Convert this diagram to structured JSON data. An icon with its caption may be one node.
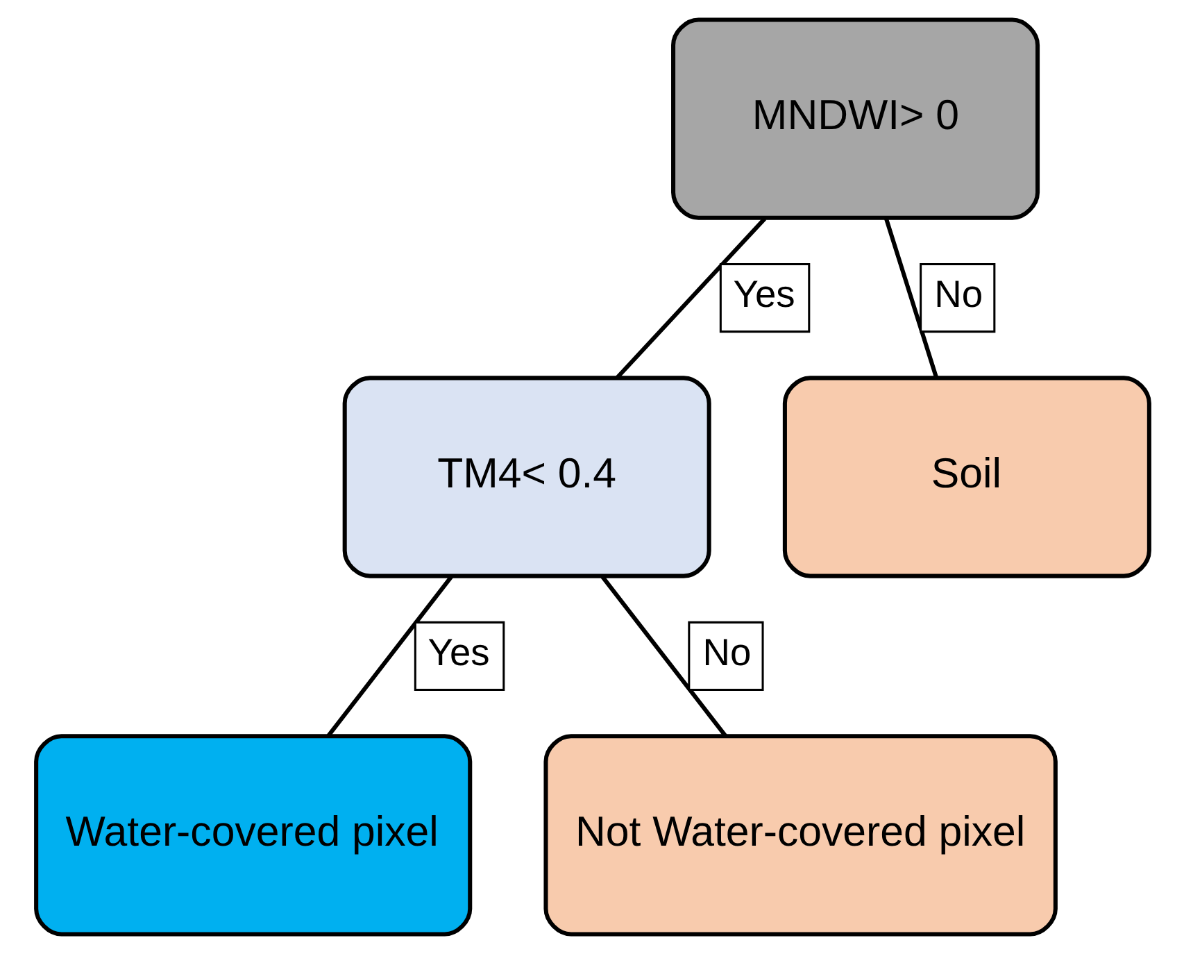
{
  "diagram": {
    "nodes": [
      {
        "text": [
          "MNDWI> 0"
        ]
      },
      {
        "text": [
          "TM4< 0.4"
        ]
      },
      {
        "text": [
          "Soil"
        ]
      },
      {
        "text": [
          "Water-covered pixel"
        ]
      },
      {
        "text": [
          "Not Water-covered pixel"
        ]
      }
    ],
    "edges": [
      {
        "from": 0,
        "to": 1,
        "arrow": "none",
        "label": "Yes"
      },
      {
        "from": 0,
        "to": 2,
        "arrow": "none",
        "label": "No"
      },
      {
        "from": 1,
        "to": 3,
        "arrow": "none",
        "label": "Yes"
      },
      {
        "from": 1,
        "to": 4,
        "arrow": "none",
        "label": "No"
      }
    ]
  }
}
